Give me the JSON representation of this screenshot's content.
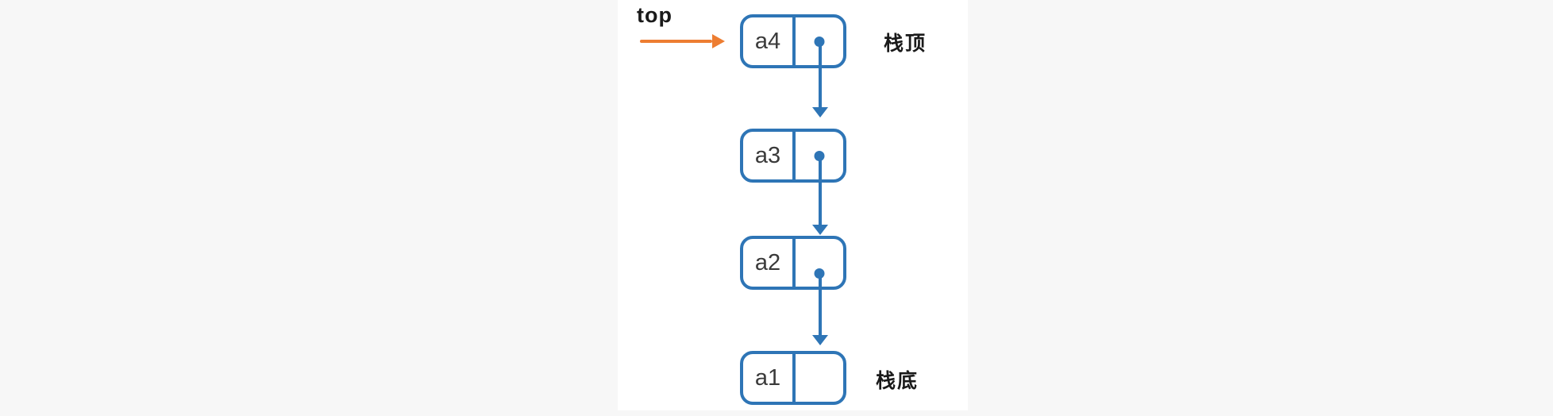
{
  "diagram": {
    "pointer": {
      "label": "top"
    },
    "nodes": [
      {
        "label": "a4",
        "annotation": "栈顶",
        "has_next_pointer": true
      },
      {
        "label": "a3",
        "has_next_pointer": true
      },
      {
        "label": "a2",
        "has_next_pointer": true
      },
      {
        "label": "a1",
        "annotation": "栈底",
        "has_next_pointer": false
      }
    ],
    "colors": {
      "node_border": "#2E75B6",
      "link_arrow": "#2E75B6",
      "pointer_arrow": "#ED7D31",
      "text": "#1A1A1A",
      "node_text": "#3A3A3A",
      "canvas_bg": "#FFFFFF",
      "page_bg": "#F7F7F7"
    }
  }
}
